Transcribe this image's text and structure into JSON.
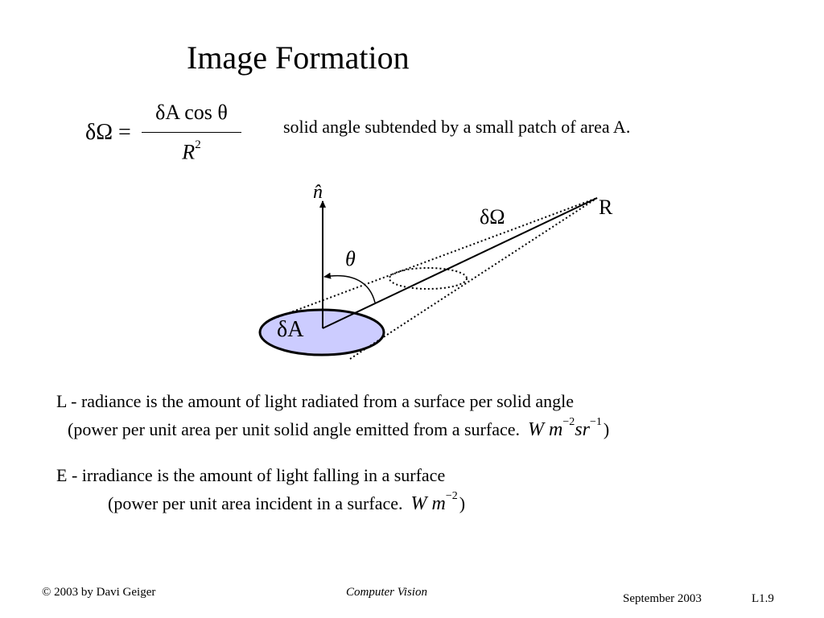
{
  "slide": {
    "title": "Image Formation",
    "formula": {
      "lhs": "δΩ =",
      "numerator": "δA cos θ",
      "denominator_base": "R",
      "denominator_exp": "2"
    },
    "formula_caption": "solid angle subtended by a small patch of area A.",
    "diagram": {
      "normal_label": "n̂",
      "theta_label": "θ",
      "solid_angle_label": "δΩ",
      "distance_label": "R",
      "area_label": "δA",
      "patch_fill": "#ccccff"
    },
    "radiance": {
      "line1": "L - radiance is the amount of light radiated from a surface per solid angle",
      "line2": "(power per unit area per unit solid angle emitted from a surface.",
      "unit_w": "W",
      "unit_m": "m",
      "unit_m_exp": "−2",
      "unit_sr": "sr",
      "unit_sr_exp": "−1",
      "close": ")"
    },
    "irradiance": {
      "line1": "E  - irradiance is the amount of light falling in a surface",
      "line2": "(power per unit area incident in a surface.",
      "unit_w": "W",
      "unit_m": "m",
      "unit_m_exp": "−2",
      "close": ")"
    },
    "footer": {
      "copyright": "© 2003 by Davi Geiger",
      "course": "Computer Vision",
      "date": "September 2003",
      "page": "L1.9"
    }
  }
}
